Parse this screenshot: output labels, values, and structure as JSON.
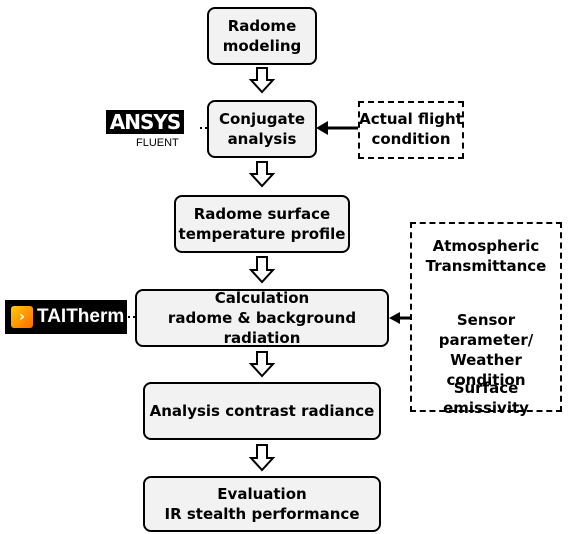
{
  "flow": {
    "radome_modeling": [
      "Radome",
      "modeling"
    ],
    "conjugate_analysis": [
      "Conjugate",
      "analysis"
    ],
    "surface_temperature": [
      "Radome surface",
      "temperature profile"
    ],
    "calculation": [
      "Calculation",
      "radome & background radiation"
    ],
    "contrast_radiance": [
      "Analysis contrast radiance"
    ],
    "evaluation": [
      "Evaluation",
      "IR stealth performance"
    ]
  },
  "inputs": {
    "flight_condition": [
      "Actual flight",
      "condition"
    ],
    "atmospheric": [
      "Atmospheric",
      "Transmittance"
    ],
    "sensor": [
      "Sensor parameter/",
      "Weather condition"
    ],
    "emissivity": [
      "Surface emissivity"
    ]
  },
  "logos": {
    "ansys": "ANSYS",
    "ansys_sub": "FLUENT",
    "taitherm": "TAITherm"
  }
}
